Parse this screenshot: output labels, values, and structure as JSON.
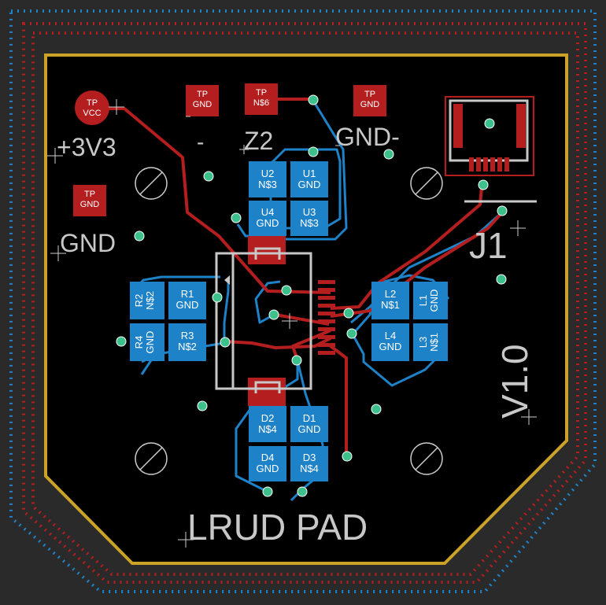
{
  "board": {
    "title": "LRUD PAD",
    "version": "V1.0",
    "connector": "J1",
    "labels": {
      "v3": "+3V3",
      "gnd": "GND",
      "gnd_minus": "GND-",
      "z2": "Z2",
      "dash": "-"
    }
  },
  "testpoints": [
    {
      "id": "tp-vcc",
      "l1": "TP",
      "l2": "VCC"
    },
    {
      "id": "tp-gnd-1",
      "l1": "TP",
      "l2": "GND"
    },
    {
      "id": "tp-ns6",
      "l1": "TP",
      "l2": "N$6"
    },
    {
      "id": "tp-gnd-2",
      "l1": "TP",
      "l2": "GND"
    },
    {
      "id": "tp-gnd-3",
      "l1": "TP",
      "l2": "GND"
    }
  ],
  "pads": {
    "u2": {
      "a": "U2",
      "b": "N$3"
    },
    "u1": {
      "a": "U1",
      "b": "GND"
    },
    "u4": {
      "a": "U4",
      "b": "GND"
    },
    "u3": {
      "a": "U3",
      "b": "N$3"
    },
    "r2": {
      "a": "R2",
      "b": "N$2"
    },
    "r1": {
      "a": "R1",
      "b": "GND"
    },
    "r4": {
      "a": "R4",
      "b": "GND"
    },
    "r3": {
      "a": "R3",
      "b": "N$2"
    },
    "l2": {
      "a": "L2",
      "b": "N$1"
    },
    "l1": {
      "a": "L1",
      "b": "GND"
    },
    "l4": {
      "a": "L4",
      "b": "GND"
    },
    "l3": {
      "a": "L3",
      "b": "N$1"
    },
    "d2": {
      "a": "D2",
      "b": "N$4"
    },
    "d1": {
      "a": "D1",
      "b": "GND"
    },
    "d4": {
      "a": "D4",
      "b": "GND"
    },
    "d3": {
      "a": "D3",
      "b": "N$4"
    }
  },
  "colors": {
    "background": "#2a2a2a",
    "board": "#000000",
    "outline": "#c9a227",
    "top_copper": "#b41e1e",
    "bottom_copper": "#1e82c8",
    "silkscreen": "#c8c8c8",
    "via": "#3cc08c"
  }
}
